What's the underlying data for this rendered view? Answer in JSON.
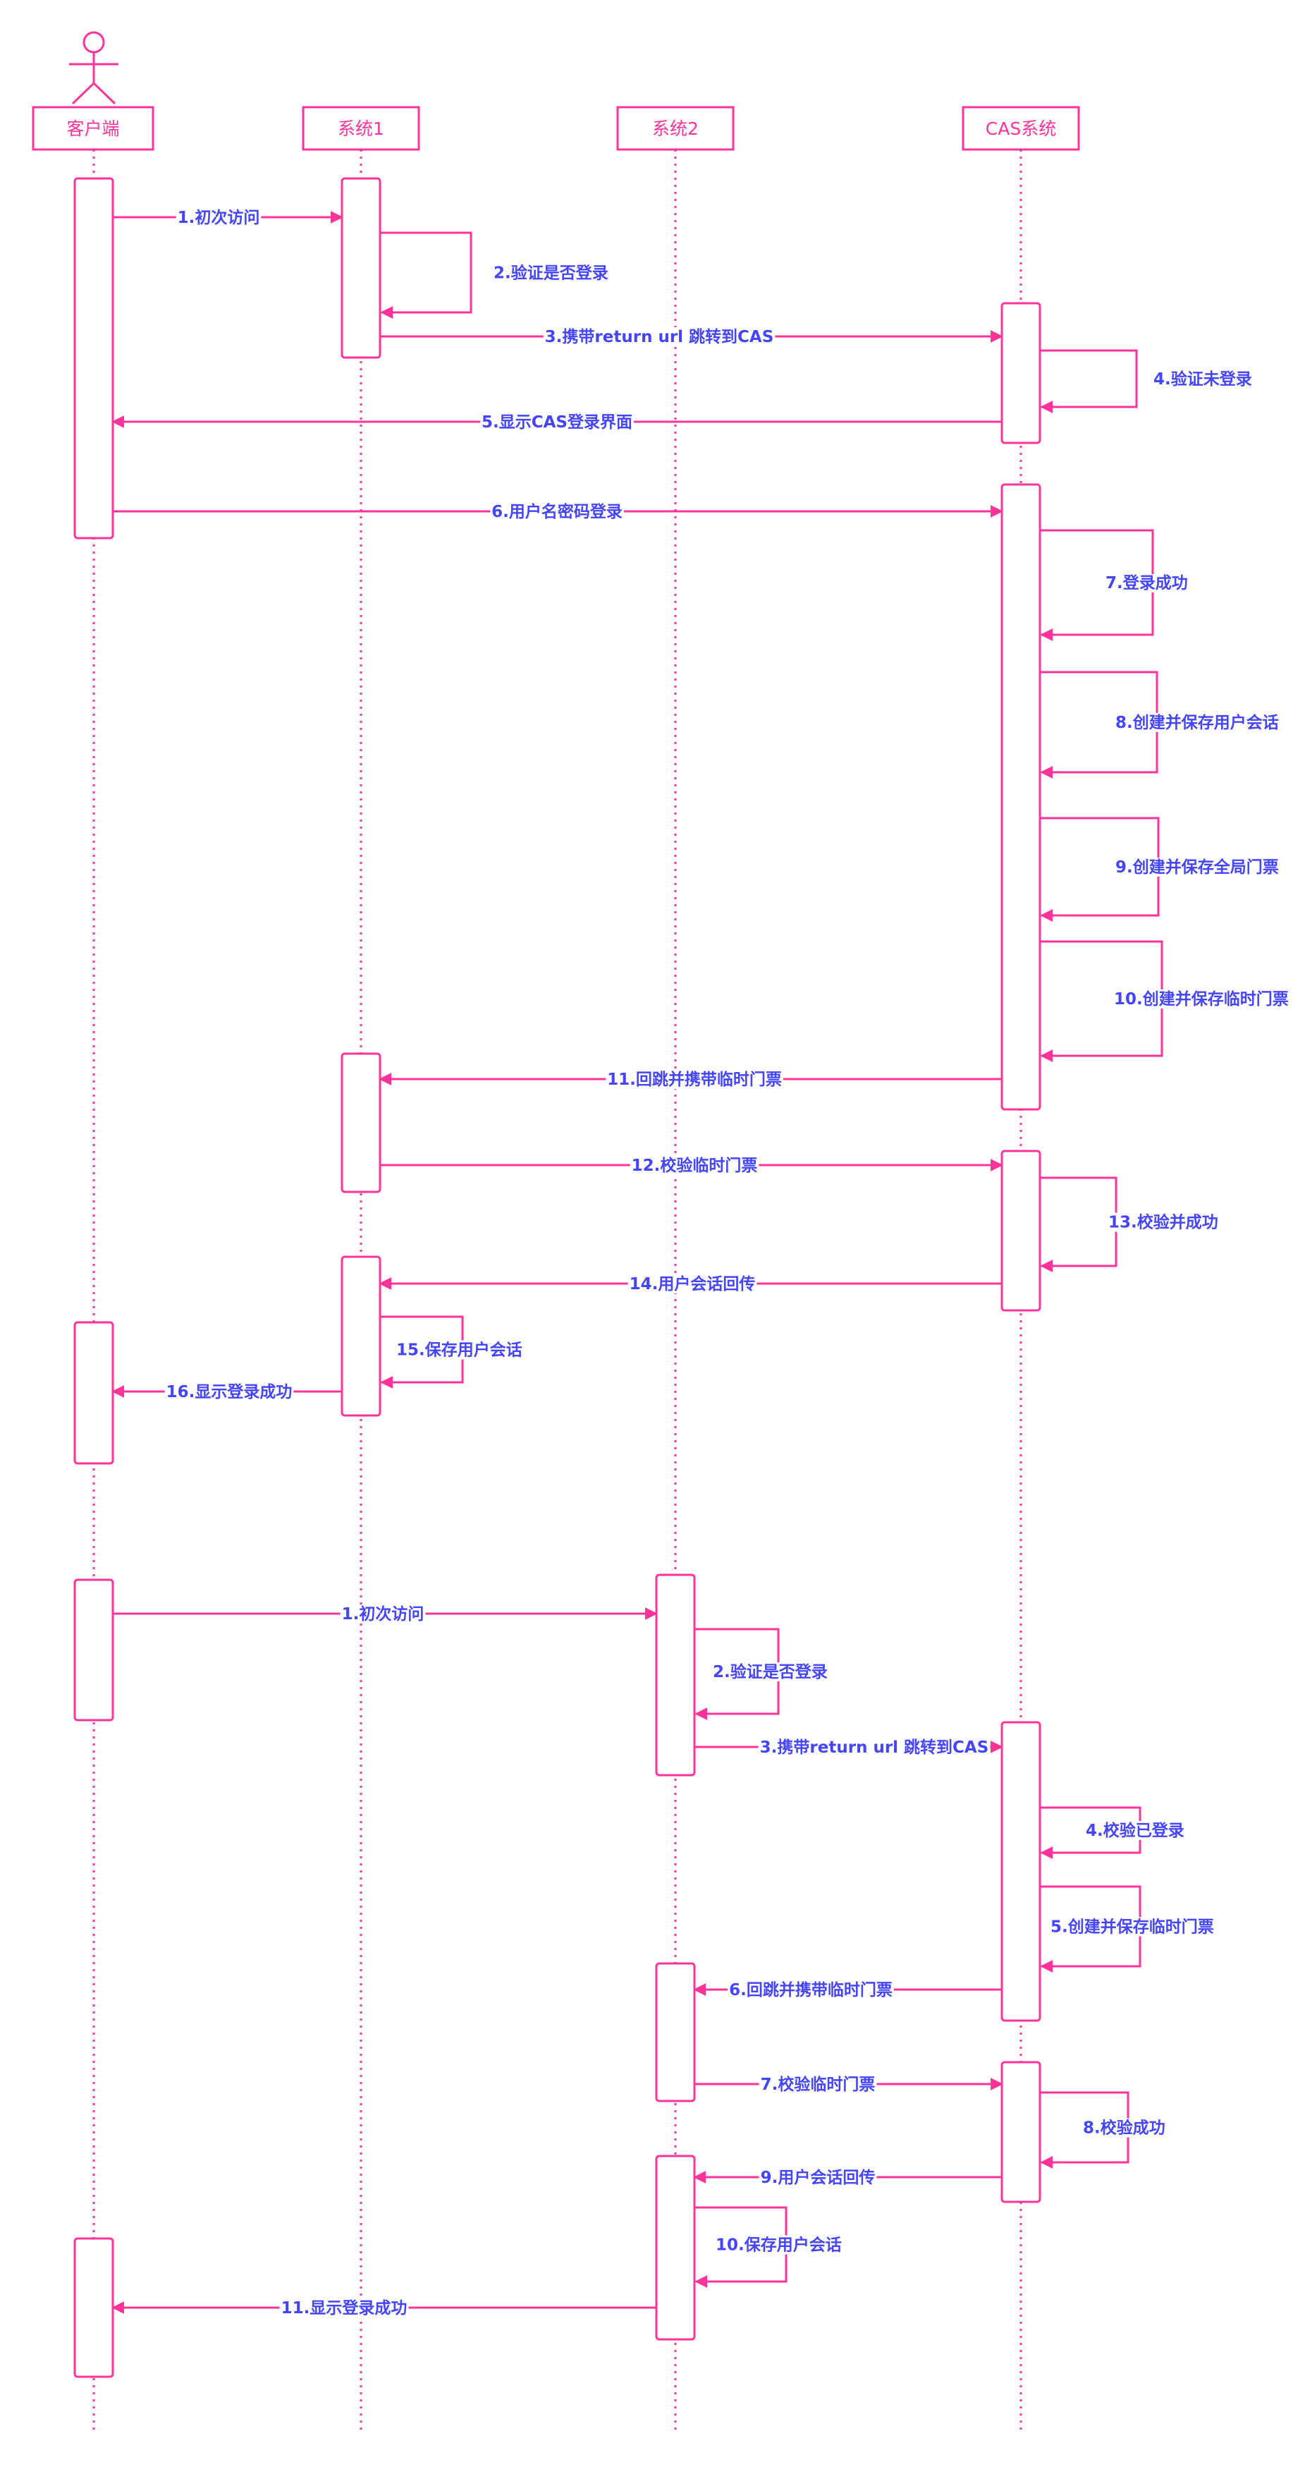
{
  "colors": {
    "line": "#ff3399",
    "label": "#4545ff",
    "background": "#ffffff"
  },
  "participants": [
    {
      "id": "client",
      "name": "客户端",
      "actor_icon": "stick-figure-icon"
    },
    {
      "id": "sys1",
      "name": "系统1"
    },
    {
      "id": "sys2",
      "name": "系统2"
    },
    {
      "id": "cas",
      "name": "CAS系统"
    }
  ],
  "messages": [
    {
      "from": "client",
      "to": "sys1",
      "label": "1.初次访问"
    },
    {
      "from": "sys1",
      "to": "sys1",
      "label": "2.验证是否登录"
    },
    {
      "from": "sys1",
      "to": "cas",
      "label": "3.携带return url 跳转到CAS"
    },
    {
      "from": "cas",
      "to": "cas",
      "label": "4.验证未登录"
    },
    {
      "from": "cas",
      "to": "client",
      "label": "5.显示CAS登录界面"
    },
    {
      "from": "client",
      "to": "cas",
      "label": "6.用户名密码登录"
    },
    {
      "from": "cas",
      "to": "cas",
      "label": "7.登录成功"
    },
    {
      "from": "cas",
      "to": "cas",
      "label": "8.创建并保存用户会话"
    },
    {
      "from": "cas",
      "to": "cas",
      "label": "9.创建并保存全局门票"
    },
    {
      "from": "cas",
      "to": "cas",
      "label": "10.创建并保存临时门票"
    },
    {
      "from": "cas",
      "to": "sys1",
      "label": "11.回跳并携带临时门票"
    },
    {
      "from": "sys1",
      "to": "cas",
      "label": "12.校验临时门票"
    },
    {
      "from": "cas",
      "to": "cas",
      "label": "13.校验并成功"
    },
    {
      "from": "cas",
      "to": "sys1",
      "label": "14.用户会话回传"
    },
    {
      "from": "sys1",
      "to": "sys1",
      "label": "15.保存用户会话"
    },
    {
      "from": "sys1",
      "to": "client",
      "label": "16.显示登录成功"
    },
    {
      "from": "client",
      "to": "sys2",
      "label": "1.初次访问"
    },
    {
      "from": "sys2",
      "to": "sys2",
      "label": "2.验证是否登录"
    },
    {
      "from": "sys2",
      "to": "cas",
      "label": "3.携带return url 跳转到CAS"
    },
    {
      "from": "cas",
      "to": "cas",
      "label": "4.校验已登录"
    },
    {
      "from": "cas",
      "to": "cas",
      "label": "5.创建并保存临时门票"
    },
    {
      "from": "cas",
      "to": "sys2",
      "label": "6.回跳并携带临时门票"
    },
    {
      "from": "sys2",
      "to": "cas",
      "label": "7.校验临时门票"
    },
    {
      "from": "cas",
      "to": "cas",
      "label": "8.校验成功"
    },
    {
      "from": "cas",
      "to": "sys2",
      "label": "9.用户会话回传"
    },
    {
      "from": "sys2",
      "to": "sys2",
      "label": "10.保存用户会话"
    },
    {
      "from": "sys2",
      "to": "client",
      "label": "11.显示登录成功"
    }
  ]
}
